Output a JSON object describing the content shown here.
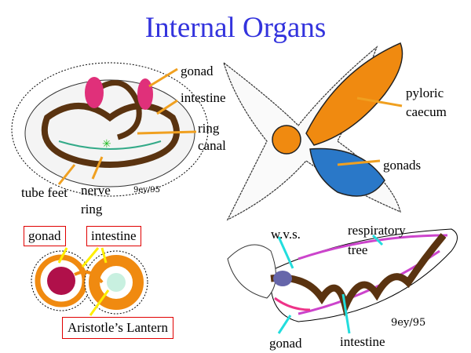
{
  "title": "Internal Organs",
  "colors": {
    "title": "#3333dd",
    "orange_arrow": "#f0a020",
    "yellow_arrow": "#ffee00",
    "cyan_arrow": "#22dddd",
    "box_border": "#e00000"
  },
  "panel_sea_urchin": {
    "labels": {
      "gonad": "gonad",
      "intestine": "intestine",
      "ring": "ring",
      "canal": "canal",
      "tube_feet": "tube feet",
      "nerve": "nerve",
      "nerve_ring": "ring"
    }
  },
  "panel_sea_star": {
    "labels": {
      "pyloric": "pyloric",
      "caecum": "caecum",
      "gonads": "gonads"
    }
  },
  "panel_urchin_section": {
    "labels": {
      "gonad": "gonad",
      "intestine": "intestine",
      "lantern": "Aristotle’s Lantern"
    }
  },
  "panel_sea_cucumber": {
    "labels": {
      "wvs": "w.v.s.",
      "respiratory": "respiratory",
      "tree": "tree",
      "gonad": "gonad",
      "intestine": "intestine"
    }
  }
}
